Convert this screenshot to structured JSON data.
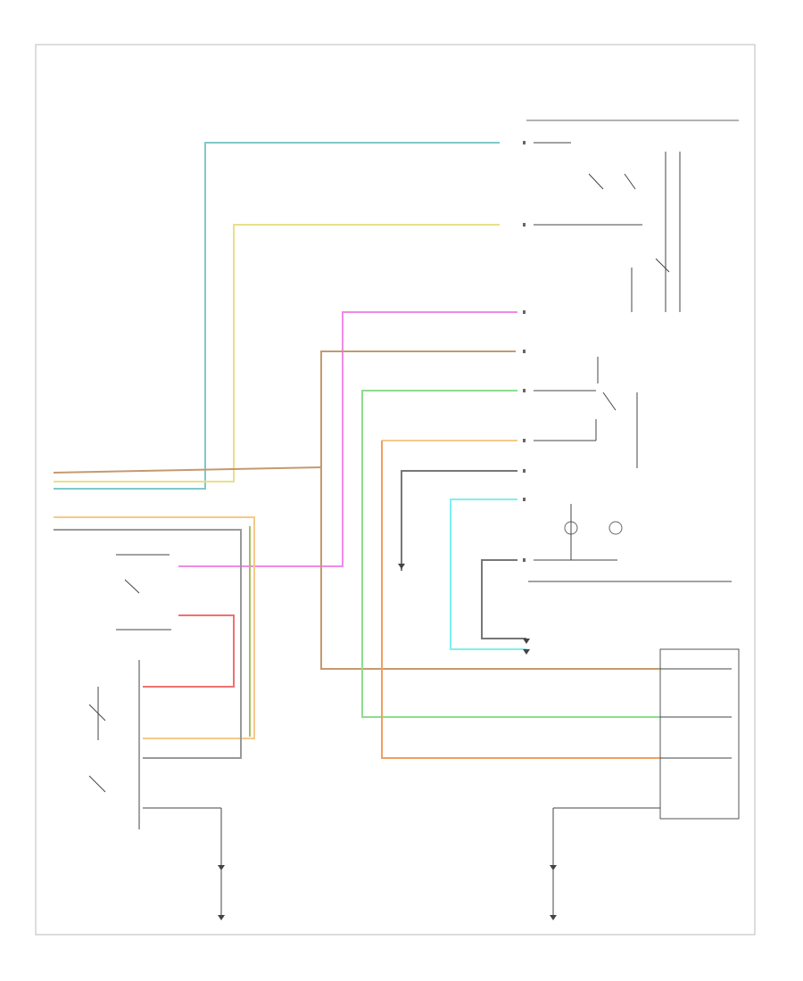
{
  "diagram": {
    "page_mark": "",
    "wires": [
      {
        "id": "teal",
        "color": "#7fc9c9"
      },
      {
        "id": "yellow",
        "color": "#e8e08a"
      },
      {
        "id": "pink",
        "color": "#f08ae8"
      },
      {
        "id": "brown",
        "color": "#c49a6e"
      },
      {
        "id": "green",
        "color": "#8edc8e"
      },
      {
        "id": "lightorange",
        "color": "#f5c98a"
      },
      {
        "id": "orange",
        "color": "#f0a060"
      },
      {
        "id": "cyan",
        "color": "#7ff0f0"
      },
      {
        "id": "red",
        "color": "#f07070"
      },
      {
        "id": "olive",
        "color": "#a8c060"
      },
      {
        "id": "gray",
        "color": "#888888"
      }
    ],
    "component_labels": [],
    "icons": [
      "switch-icon",
      "ground-icon",
      "bulb-icon",
      "connector-icon"
    ]
  }
}
